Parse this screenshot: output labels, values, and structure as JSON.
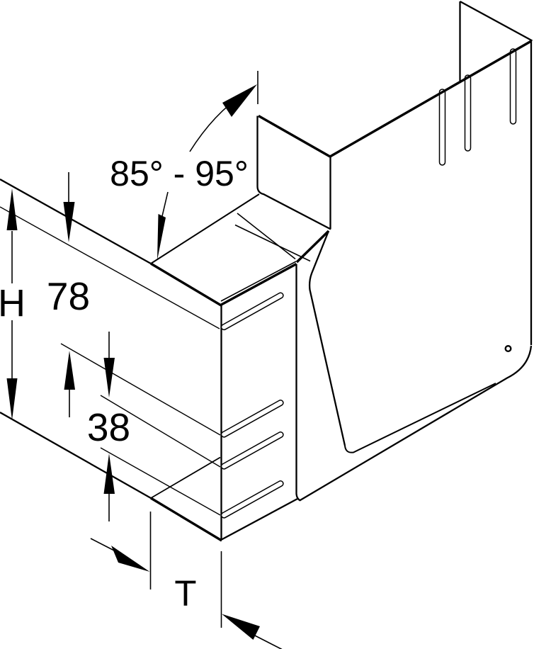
{
  "drawing": {
    "description": "Isometric technical line drawing of a sheet-metal trunking corner piece (adjustable angle) with dimension annotations",
    "background_color": "#ffffff",
    "line_color": "#000000",
    "annotations": {
      "angle_range": "85° - 95°",
      "height_label": "H",
      "top_slot_dimension": "78",
      "slot_spacing_dimension": "38",
      "depth_label": "T"
    }
  }
}
